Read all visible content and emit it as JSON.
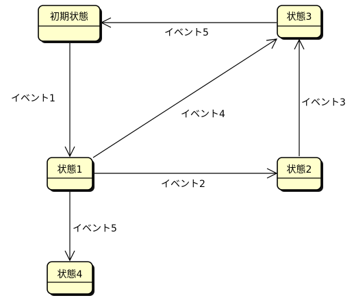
{
  "colors": {
    "state_fill": "#ffffcc",
    "state_border": "#000000",
    "line": "#000000",
    "background": "#ffffff"
  },
  "states": {
    "initial": "初期状態",
    "s1": "状態1",
    "s2": "状態2",
    "s3": "状態3",
    "s4": "状態4"
  },
  "transitions": {
    "initial_to_s1": "イベント1",
    "s1_to_s2": "イベント2",
    "s2_to_s3": "イベント3",
    "s1_to_s3": "イベント4",
    "s3_to_initial": "イベント5",
    "s1_to_s4": "イベント5"
  }
}
